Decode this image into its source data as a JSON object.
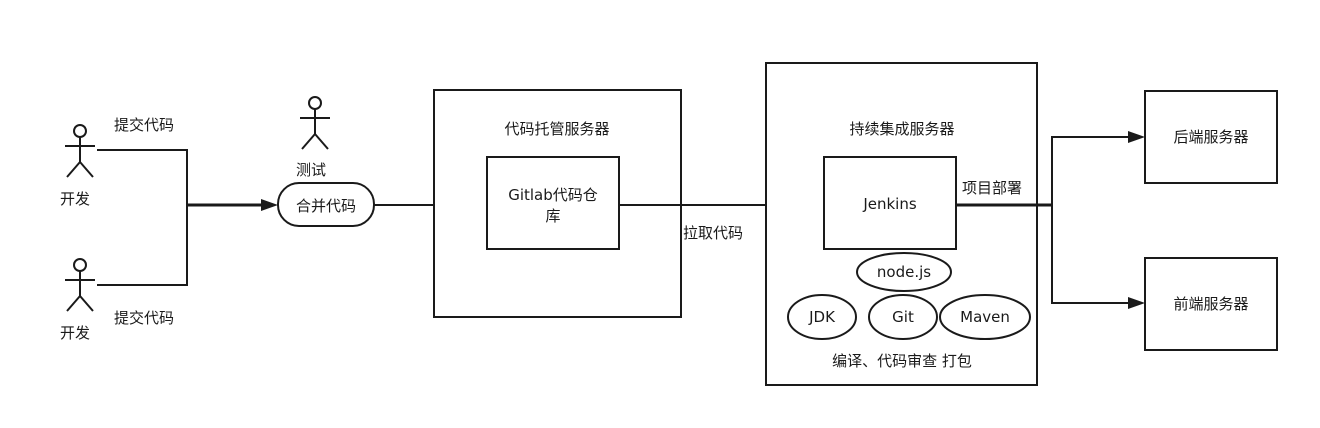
{
  "actors": {
    "dev_top": "开发",
    "dev_bottom": "开发",
    "tester": "测试"
  },
  "edges": {
    "commit_top": "提交代码",
    "commit_bottom": "提交代码",
    "pull_code": "拉取代码",
    "deploy": "项目部署"
  },
  "nodes": {
    "merge": "合并代码",
    "code_host_group": "代码托管服务器",
    "gitlab_line1": "Gitlab代码仓",
    "gitlab_line2": "库",
    "ci_group": "持续集成服务器",
    "jenkins": "Jenkins",
    "tools": {
      "nodejs": "node.js",
      "jdk": "JDK",
      "git": "Git",
      "maven": "Maven"
    },
    "ci_tasks": "编译、代码审查 打包",
    "backend": "后端服务器",
    "frontend": "前端服务器"
  }
}
